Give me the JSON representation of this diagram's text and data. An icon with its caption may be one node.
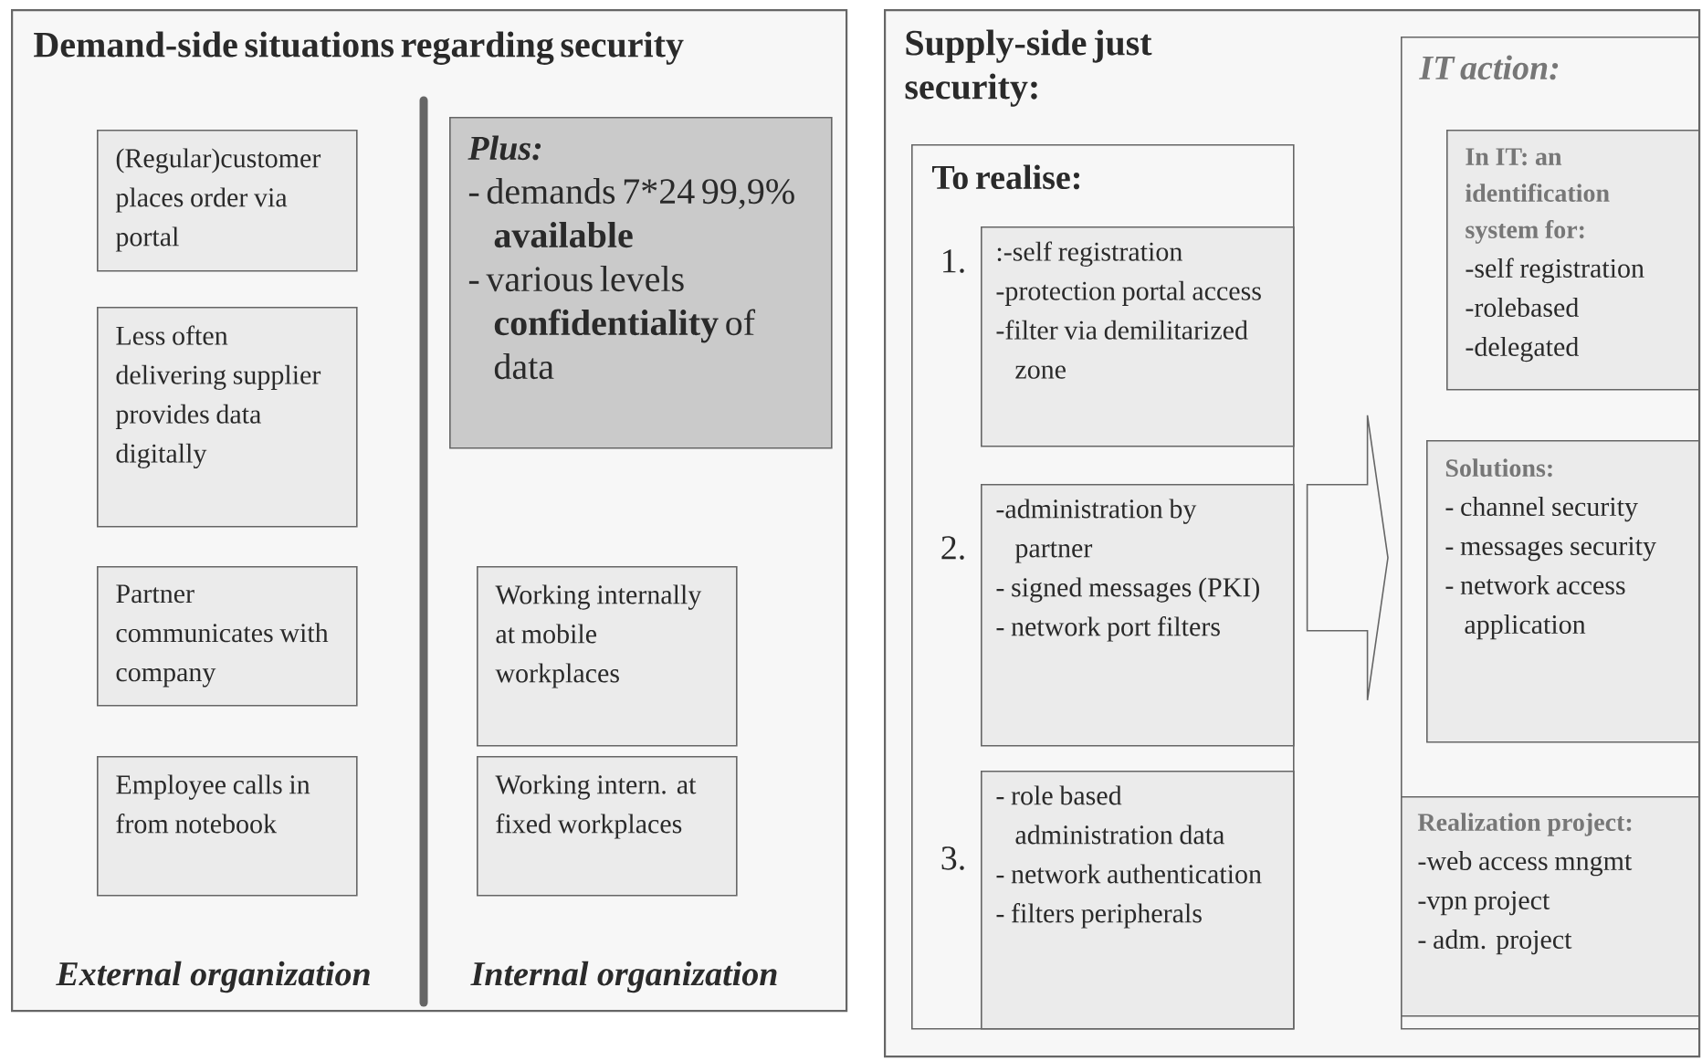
{
  "diagram": {
    "nodes": [
      {
        "text": [
          "Demand-side situations regarding security"
        ]
      },
      {
        "text": [
          "(Regular)customer places order via portal"
        ],
        "in": 0
      },
      {
        "text": [
          "Less often delivering supplier provides data digitally"
        ],
        "in": 0
      },
      {
        "text": [
          "Partner communicates with company"
        ],
        "in": 0
      },
      {
        "text": [
          "Employee calls in from notebook"
        ],
        "in": 0
      },
      {
        "text": [
          "Plus:",
          "- demands 7*24 99,9% **available**",
          "- various levels **confidentiality** of data"
        ],
        "in": 0
      },
      {
        "text": [
          "Working internally at mobile workplaces"
        ],
        "in": 0
      },
      {
        "text": [
          "Working intern. at fixed workplaces"
        ],
        "in": 0
      },
      {
        "text": [
          "Supply-side just security:"
        ]
      },
      {
        "text": [
          "To realise:"
        ],
        "in": 8
      },
      {
        "text": [
          ":-self registration",
          "-protection portal access",
          "-filter via demilitarized zone"
        ],
        "in": 9,
        "beside": [
          "1."
        ]
      },
      {
        "text": [
          "-administration by partner",
          "- signed messages (PKI)",
          "- network port filters"
        ],
        "in": 9,
        "beside": [
          "2."
        ]
      },
      {
        "text": [
          "- role based administration data",
          "- network authentication",
          "- filters peripherals"
        ],
        "in": 9,
        "beside": [
          "3."
        ]
      },
      {
        "text": [
          "IT action:"
        ],
        "in": 8
      },
      {
        "text": [
          "In IT: an identification system for:",
          "-self registration",
          "-rolebased",
          "-delegated"
        ],
        "in": 13
      },
      {
        "text": [
          "Solutions:",
          "- channel security",
          "- messages security",
          "- network access application"
        ],
        "in": 13
      },
      {
        "text": [
          "Realization project:",
          "-web access mngmt",
          "-vpn project",
          "- adm. project"
        ],
        "in": 13
      }
    ],
    "edges": [
      {
        "from": 9,
        "to": 13,
        "arrow": "to"
      }
    ],
    "labels": [
      "External organization",
      "Internal organization"
    ]
  }
}
